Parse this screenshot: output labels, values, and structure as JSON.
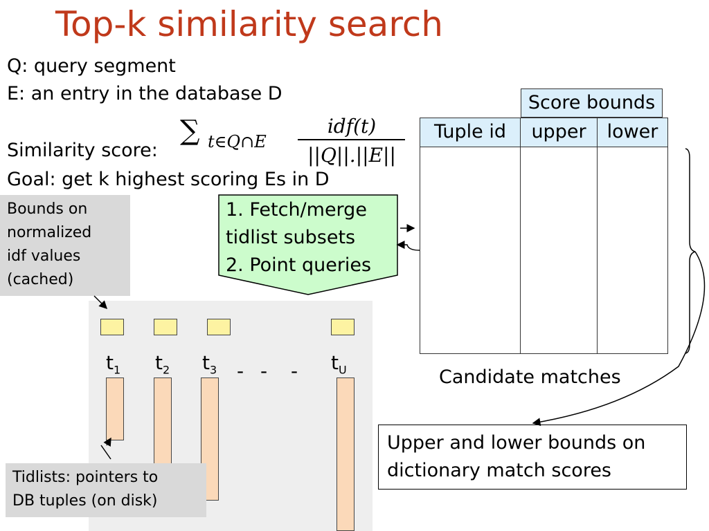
{
  "title": "Top-k similarity search",
  "definitions": {
    "q": "Q: query segment",
    "e": "E:  an entry in the database D",
    "similarity": "Similarity score:",
    "goal": "Goal: get k highest scoring Es in D"
  },
  "formula": {
    "sum": "∑",
    "subscript": "t∈Q∩E",
    "numerator": "idf(t)",
    "denominator": "||Q||.||E||"
  },
  "callouts": {
    "bounds": [
      "Bounds on",
      "normalized",
      "idf values",
      "(cached)"
    ],
    "tidlists": [
      "Tidlists: pointers to",
      "DB tuples (on disk)"
    ]
  },
  "tokens": [
    {
      "base": "t",
      "sub": "1",
      "list_length": 0.41
    },
    {
      "base": "t",
      "sub": "2",
      "list_length": 0.6
    },
    {
      "base": "t",
      "sub": "3",
      "list_length": 0.8
    },
    {
      "base": "t",
      "sub": "U",
      "list_length": 1.0
    }
  ],
  "dashes": [
    "-",
    "-",
    "-"
  ],
  "steps": [
    "1. Fetch/merge",
    "tidlist subsets",
    "2. Point queries"
  ],
  "table": {
    "group_header": "Score bounds",
    "col_tuple": "Tuple id",
    "col_upper": "upper",
    "col_lower": "lower",
    "caption": "Candidate matches"
  },
  "note": [
    "Upper and lower bounds on",
    "dictionary match scores"
  ],
  "colors": {
    "title": "#c0391b",
    "callout_bg": "#d9d9d9",
    "panel_bg": "#eeeeee",
    "tag": "#fdf3a2",
    "bar": "#fbd9b9",
    "steps_bg": "#ccfccc",
    "header_bg": "#dbeffb"
  }
}
